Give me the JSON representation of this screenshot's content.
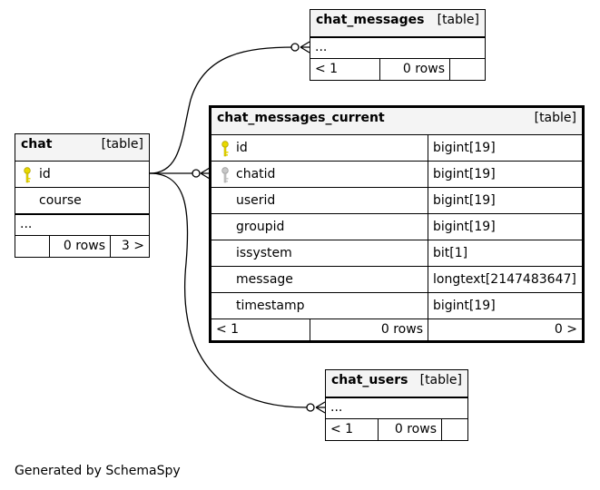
{
  "tables": {
    "chat_messages": {
      "name": "chat_messages",
      "type": "[table]",
      "placeholder": "...",
      "parents": "< 1",
      "rows": "0 rows",
      "children": ""
    },
    "chat": {
      "name": "chat",
      "type": "[table]",
      "columns": [
        {
          "name": "id",
          "key": "primary"
        },
        {
          "name": "course",
          "key": ""
        }
      ],
      "placeholder": "...",
      "parents": "",
      "rows": "0 rows",
      "children": "3 >"
    },
    "chat_messages_current": {
      "name": "chat_messages_current",
      "type": "[table]",
      "columns": [
        {
          "name": "id",
          "datatype": "bigint[19]",
          "key": "primary"
        },
        {
          "name": "chatid",
          "datatype": "bigint[19]",
          "key": "foreign"
        },
        {
          "name": "userid",
          "datatype": "bigint[19]",
          "key": ""
        },
        {
          "name": "groupid",
          "datatype": "bigint[19]",
          "key": ""
        },
        {
          "name": "issystem",
          "datatype": "bit[1]",
          "key": ""
        },
        {
          "name": "message",
          "datatype": "longtext[2147483647]",
          "key": ""
        },
        {
          "name": "timestamp",
          "datatype": "bigint[19]",
          "key": ""
        }
      ],
      "parents": "< 1",
      "rows": "0 rows",
      "children": "0 >"
    },
    "chat_users": {
      "name": "chat_users",
      "type": "[table]",
      "placeholder": "...",
      "parents": "< 1",
      "rows": "0 rows",
      "children": ""
    }
  },
  "footer": "Generated by SchemaSpy",
  "colors": {
    "primary_key": "#e8d800",
    "foreign_key": "#b8b8b8",
    "header_bg": "#f4f4f4"
  }
}
